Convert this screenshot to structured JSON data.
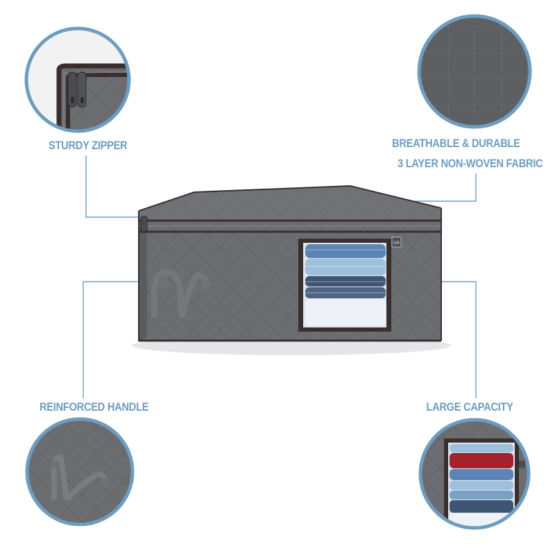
{
  "colors": {
    "accent": "#6e9dc0",
    "fabric": "#6b6d70",
    "fabric_dark": "#55575a",
    "binding": "#3a2f2f",
    "towel_blue": "#5b85b5",
    "towel_light": "#9fc0dc",
    "towel_navy": "#3e5573",
    "towel_red": "#a3222d",
    "towel_white": "#eef2f6"
  },
  "labels": {
    "sturdy_zipper": "STURDY ZIPPER",
    "fabric_line1": "BREATHABLE & DURABLE",
    "fabric_line2": "3 LAYER NON-WOVEN FABRIC",
    "handle": "REINFORCED HANDLE",
    "capacity": "LARGE CAPACITY"
  },
  "product": {
    "logo_text": "GR"
  }
}
